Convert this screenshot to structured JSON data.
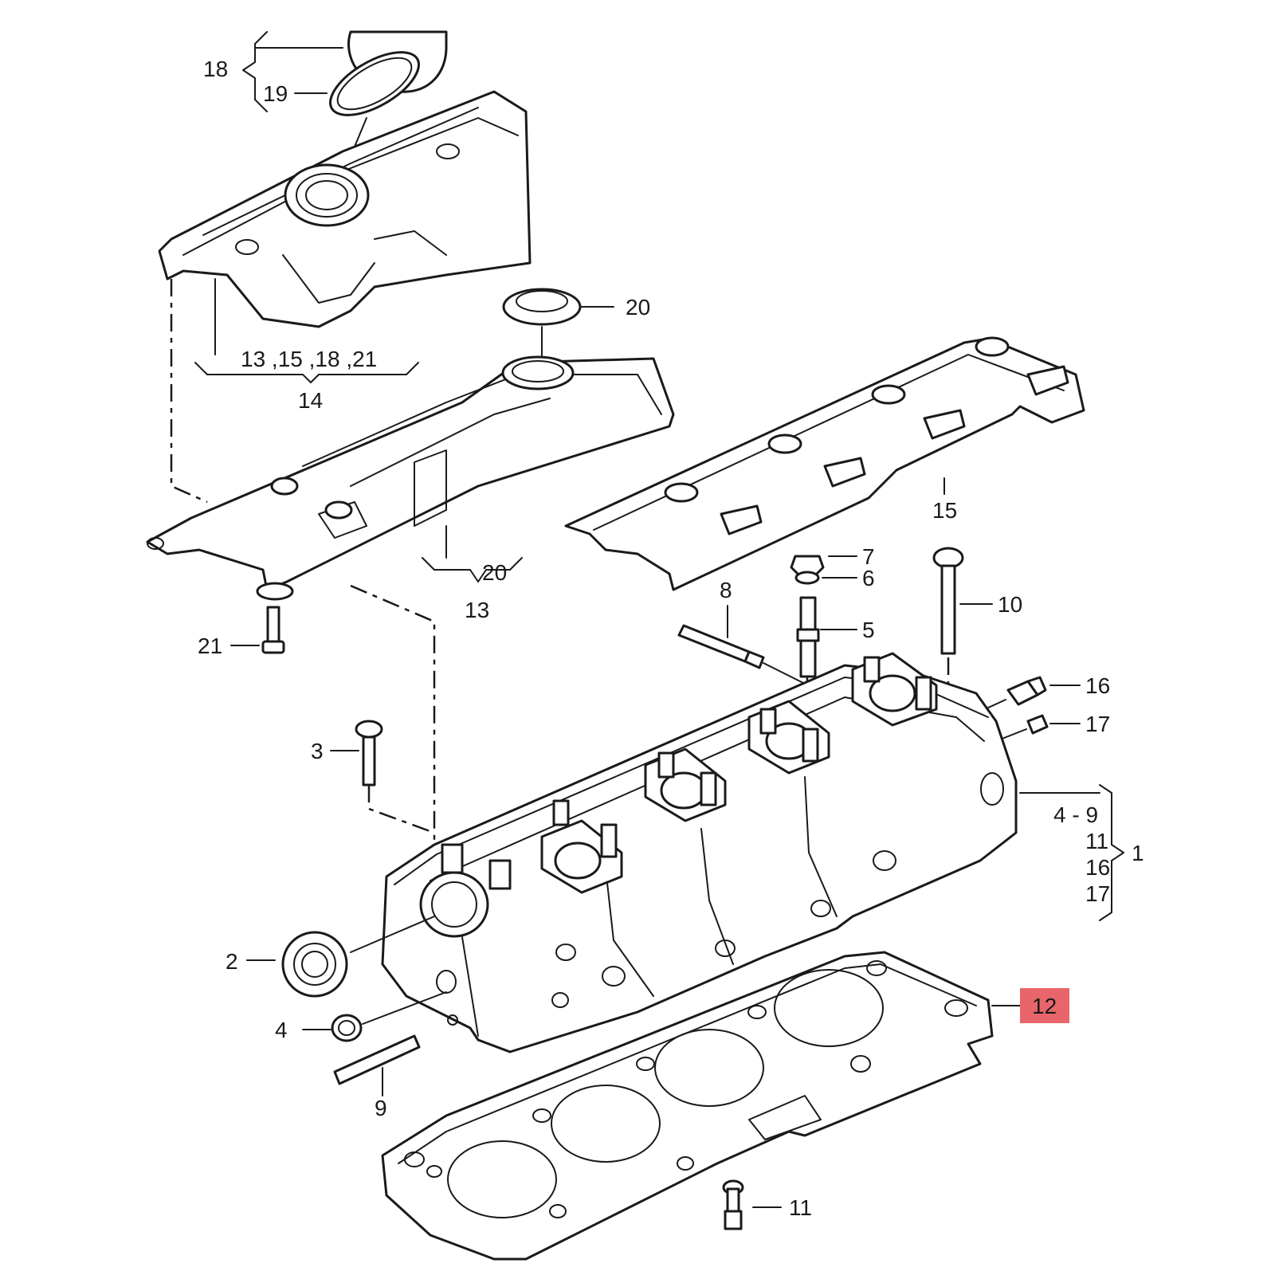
{
  "callouts": {
    "c1": "1",
    "c2": "2",
    "c3": "3",
    "c4": "4",
    "c5": "5",
    "c6": "6",
    "c7": "7",
    "c8": "8",
    "c9": "9",
    "c10": "10",
    "c11": "11",
    "c12": "12",
    "c13": "13",
    "c14": "14",
    "c15": "15",
    "c16": "16",
    "c17": "17",
    "c18": "18",
    "c19": "19",
    "c20_top": "20",
    "c20_bottom": "20",
    "c21": "21",
    "group_14_items": "13 ,15 ,18 ,21",
    "group_1_range": "4 - 9",
    "group_1_item_11": "11",
    "group_1_item_16": "16",
    "group_1_item_17": "17"
  },
  "colors": {
    "highlight": "#e8666b",
    "ink": "#1a1a1a"
  },
  "highlighted_part": "12"
}
